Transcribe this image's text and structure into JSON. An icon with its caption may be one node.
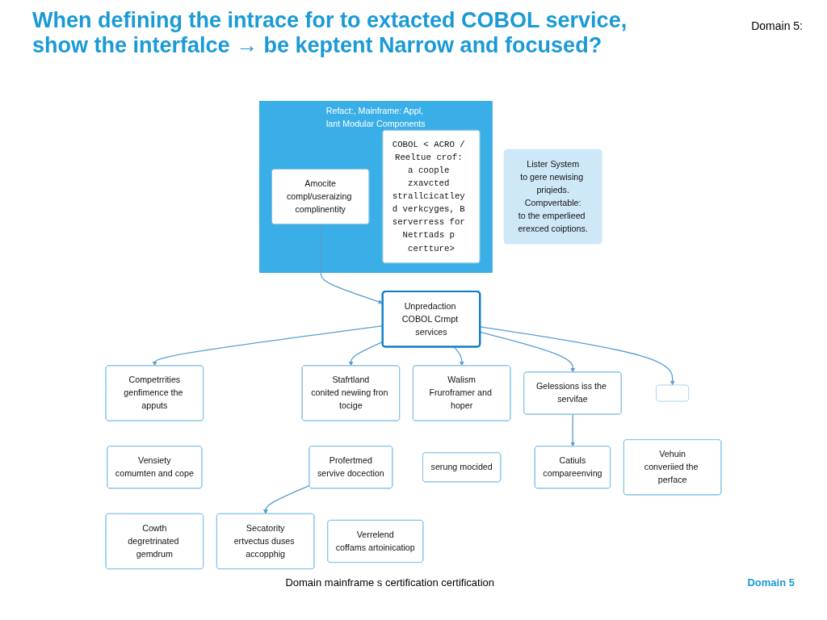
{
  "diagram": {
    "title": "When defining the intrace for to extacted COBOL service, show the interfalce → be keptent Narrow and focused?",
    "nodes": [
      {
        "text": [
          "Refact:, Mainframe: Appl, lant Modular Components"
        ]
      },
      {
        "text": [
          "Amocite",
          "compl/useraizing complinentity"
        ],
        "in": 0
      },
      {
        "text": [
          "COBOL < ACRO / Reeltue crof: a coople zxavcted strallcicatley d verkcyges, B serverress for Netrtads p certture>"
        ],
        "in": 0
      },
      {
        "text": [
          "Lister System",
          "to gere newising priqieds.",
          "Compvertable:",
          "to the emperlieed erexced coiptions."
        ]
      },
      {
        "text": [
          "Walism",
          "Fruroframer and hoper"
        ]
      },
      {
        "text": [
          "Gelessions iss the servifae"
        ]
      },
      {
        "text": [
          "Unpredaction COBOL Crmpt services"
        ]
      },
      {
        "text": [],
        "shape": "box"
      },
      {
        "text": [
          "Competrrities",
          "genfimence the apputs"
        ]
      },
      {
        "text": [
          "Vensiety",
          "comumten and cope"
        ]
      },
      {
        "text": [
          "Stafrtland",
          "conited newiing fron tocige"
        ]
      },
      {
        "text": [
          "Profertmed",
          "servive docection"
        ]
      },
      {
        "text": [
          "serung mocided"
        ]
      },
      {
        "text": [
          "Catiuls",
          "compareenving"
        ]
      },
      {
        "text": [
          "Vehuin",
          "converiied the perface"
        ]
      },
      {
        "text": [
          "Cowth",
          "degretrinated gemdrum"
        ]
      },
      {
        "text": [
          "Verrelend",
          "coffams artoinicatiop"
        ]
      },
      {
        "text": [
          "Secatority",
          "ertvectus duses accopphig"
        ]
      }
    ],
    "edges": [
      {
        "from": 1,
        "to": 6,
        "arrow": "to"
      },
      {
        "from": 6,
        "to": 7,
        "arrow": "to"
      },
      {
        "from": 6,
        "to": 4,
        "arrow": "to"
      },
      {
        "from": 6,
        "to": 5,
        "arrow": "to"
      },
      {
        "from": 6,
        "to": 8,
        "arrow": "to"
      },
      {
        "from": 6,
        "to": 10,
        "arrow": "to"
      },
      {
        "from": 5,
        "to": 13,
        "arrow": "to"
      },
      {
        "from": 11,
        "to": 17,
        "arrow": "to"
      }
    ],
    "labels": [
      "Domain 5:",
      "Domain mainframe s certification certification",
      "Domain 5"
    ]
  }
}
